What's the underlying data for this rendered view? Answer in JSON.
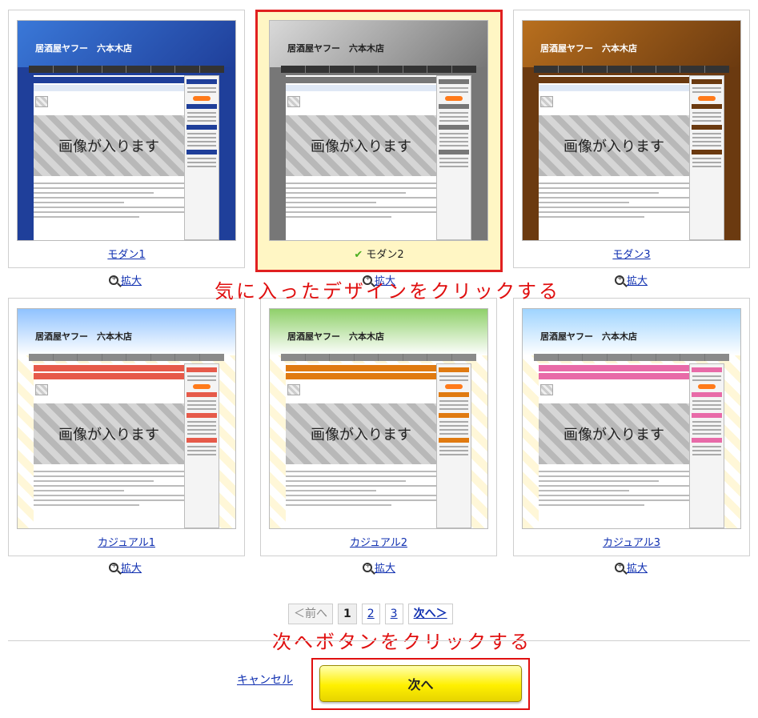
{
  "site_title": "居酒屋ヤフー　六本木店",
  "image_placeholder": "画像が入ります",
  "zoom_label": "拡大",
  "designs": [
    {
      "label": "モダン1",
      "selected": false,
      "theme": "modern-blue",
      "header_color": "#3a78d8",
      "accent": "#1f3f9a"
    },
    {
      "label": "モダン2",
      "selected": true,
      "theme": "modern-gray",
      "header_color": "#d9d9d9",
      "accent": "#777777"
    },
    {
      "label": "モダン3",
      "selected": false,
      "theme": "modern-brown",
      "header_color": "#b86f1e",
      "accent": "#6b3a10"
    },
    {
      "label": "カジュアル1",
      "selected": false,
      "theme": "casual-yellow",
      "header_color": "#8fc2ff",
      "accent": "#e65a4a"
    },
    {
      "label": "カジュアル2",
      "selected": false,
      "theme": "casual-green",
      "header_color": "#8fd06a",
      "accent": "#e07a10"
    },
    {
      "label": "カジュアル3",
      "selected": false,
      "theme": "casual-lightblue",
      "header_color": "#9fd4ff",
      "accent": "#e86aa8"
    }
  ],
  "annotations": {
    "click_design": "気に入ったデザインをクリックする",
    "click_next": "次へボタンをクリックする"
  },
  "pagination": {
    "prev": "＜前へ",
    "pages": [
      "1",
      "2",
      "3"
    ],
    "current": "1",
    "next": "次へ＞"
  },
  "footer": {
    "cancel": "キャンセル",
    "next": "次へ"
  },
  "colors": {
    "selected_border": "#e02020",
    "annotation": "#e01010",
    "link": "#0f2fb0"
  }
}
